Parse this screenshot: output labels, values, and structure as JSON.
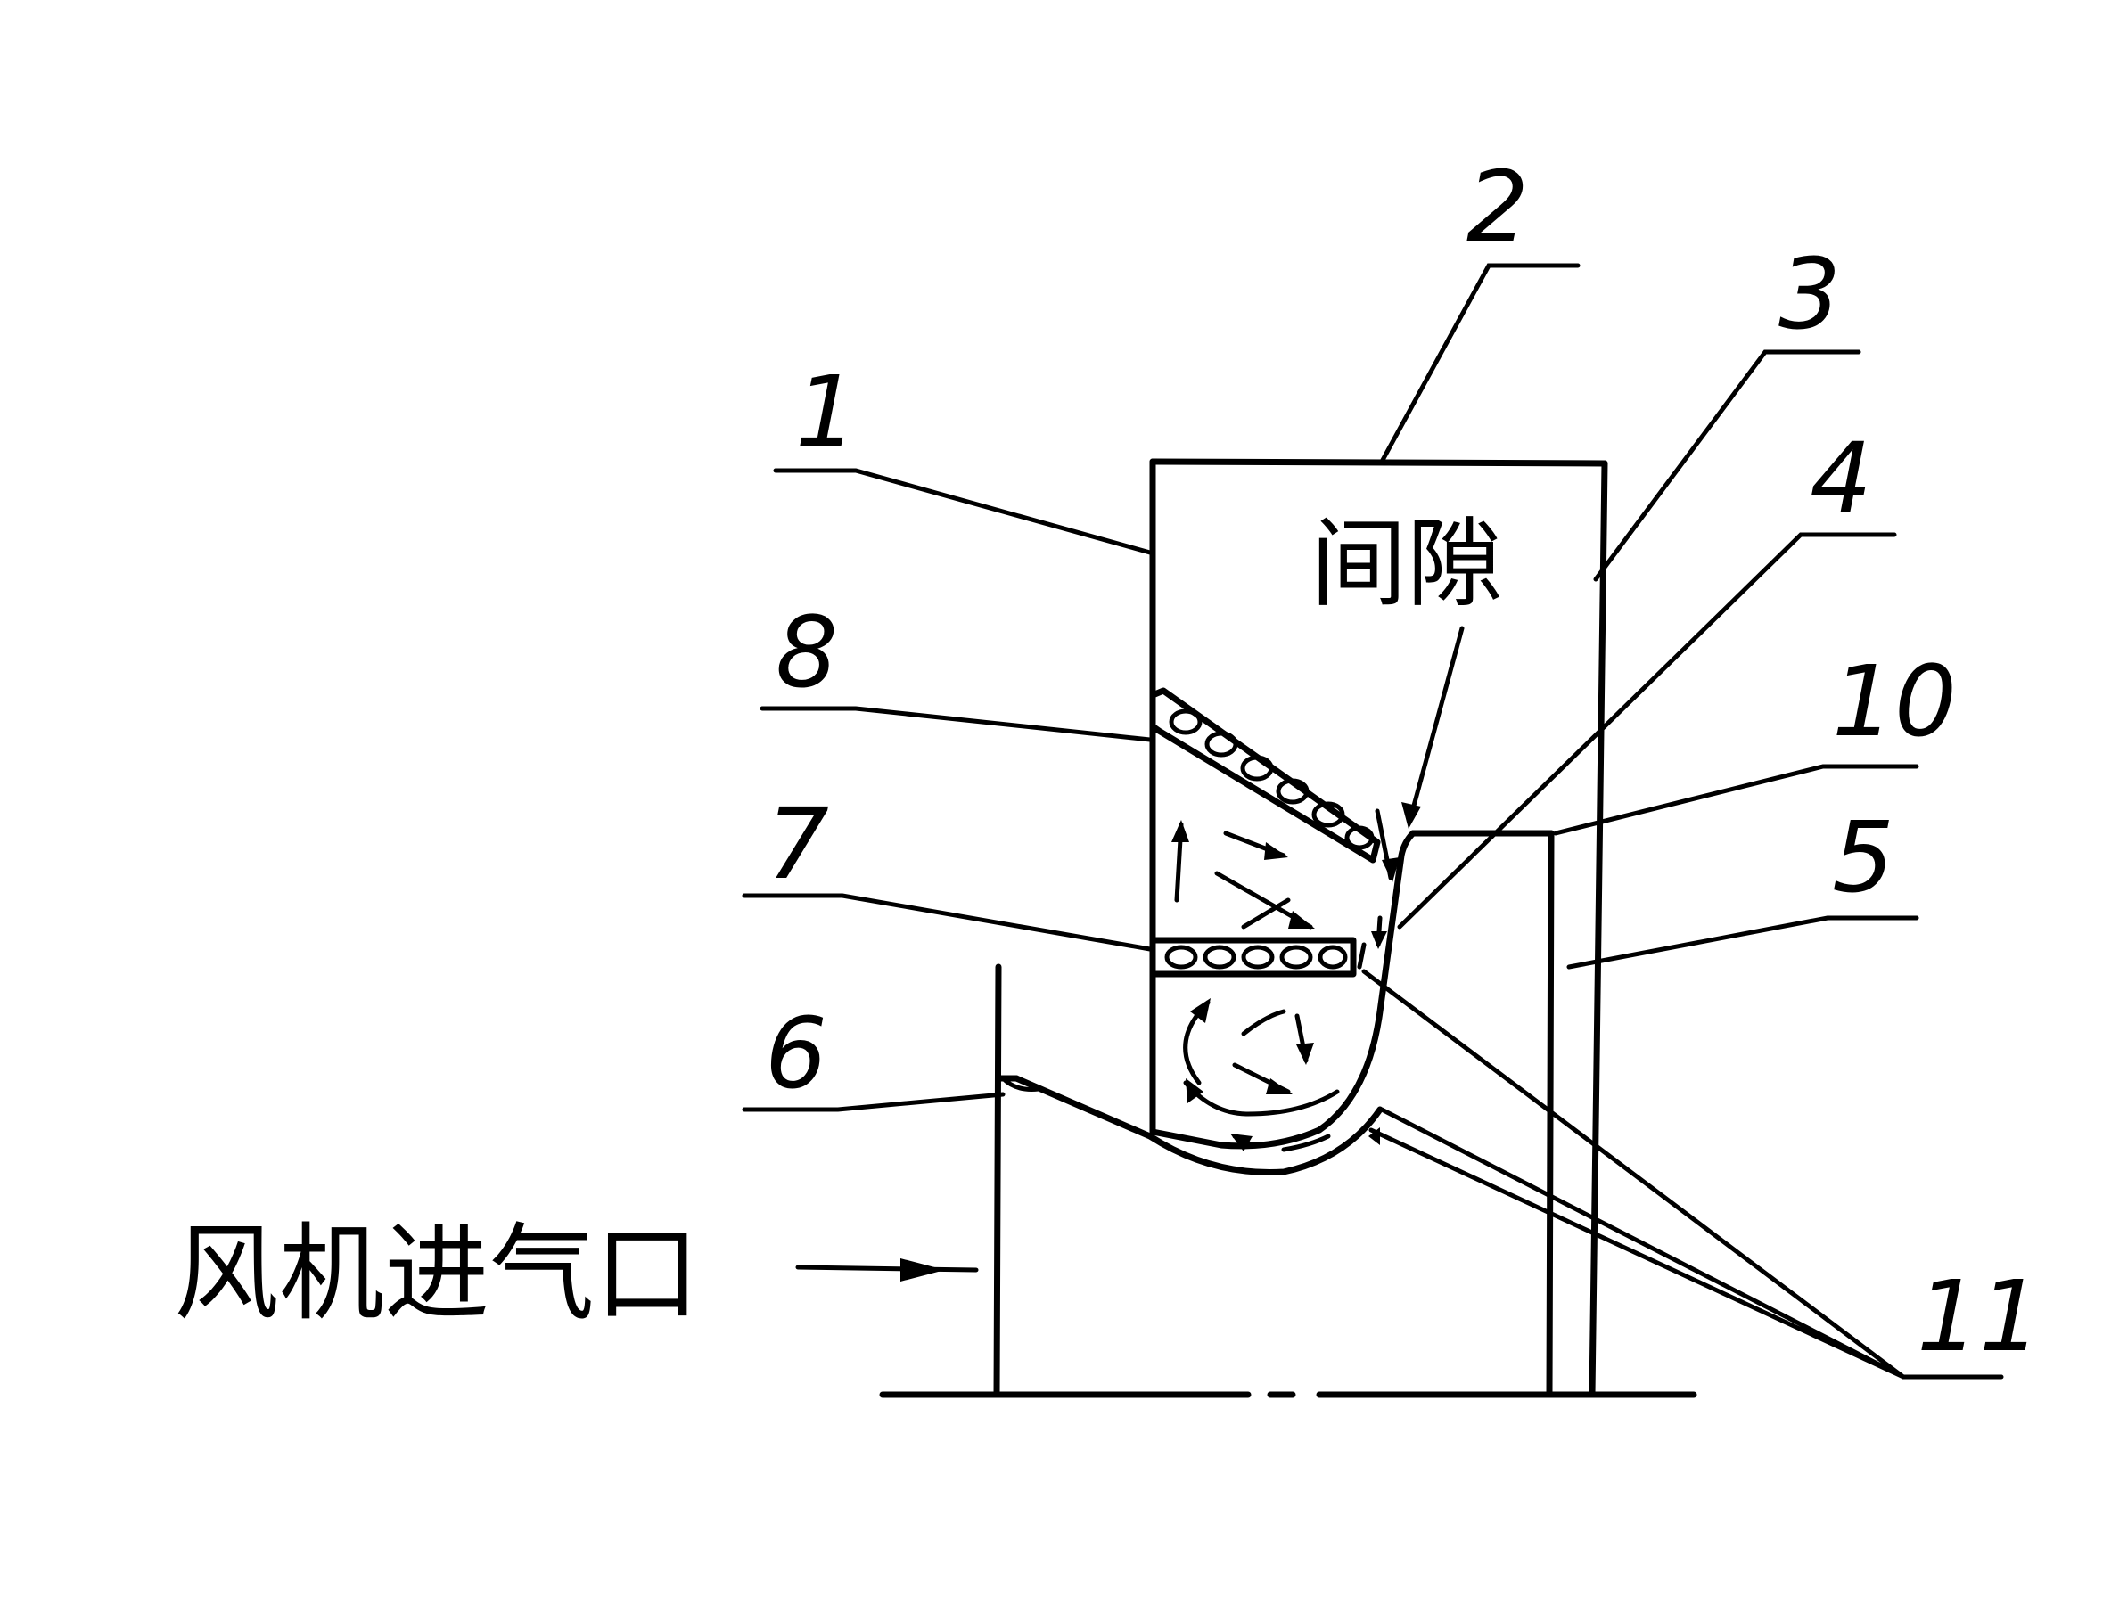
{
  "labels": {
    "n1": "1",
    "n2": "2",
    "n3": "3",
    "n4": "4",
    "n5": "5",
    "n6": "6",
    "n7": "7",
    "n8": "8",
    "n10": "10",
    "n11": "11"
  },
  "texts": {
    "gap": "间隙",
    "fan_inlet": "风机进气口"
  }
}
